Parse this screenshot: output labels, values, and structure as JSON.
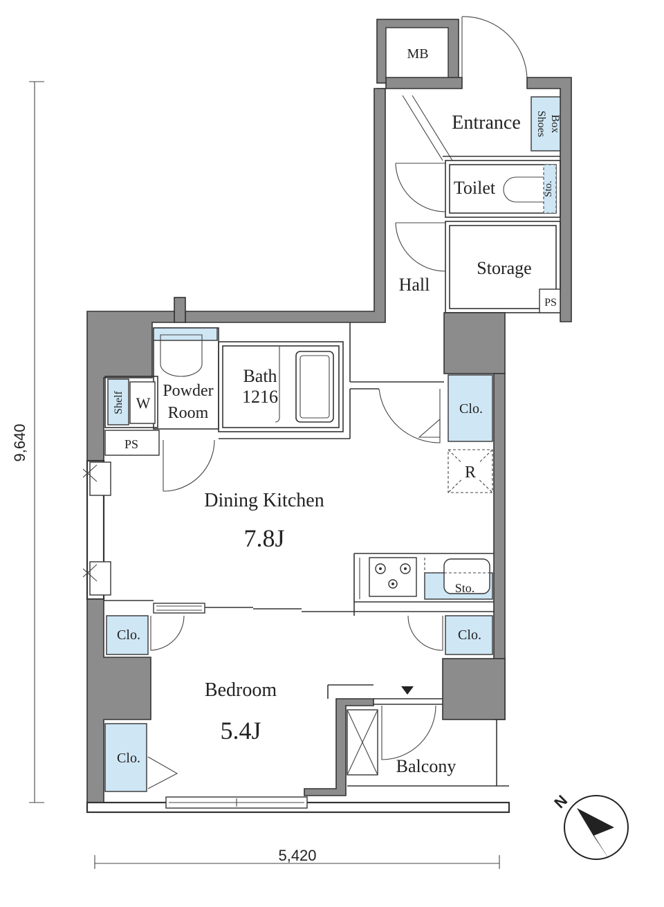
{
  "dimensions": {
    "height": "9,640",
    "width": "5,420"
  },
  "rooms": {
    "mb": "MB",
    "entrance": "Entrance",
    "shoes_box_1": "Shoes",
    "shoes_box_2": "Box",
    "toilet": "Toilet",
    "toilet_storage": "Sto.",
    "storage": "Storage",
    "hall": "Hall",
    "ps_storage": "PS",
    "bath": "Bath",
    "bath_size": "1216",
    "powder_room_1": "Powder",
    "powder_room_2": "Room",
    "washer": "W",
    "shelf": "Shelf",
    "ps_powder": "PS",
    "closet_hall": "Clo.",
    "fridge": "R",
    "dining_kitchen": "Dining Kitchen",
    "dining_kitchen_size": "7.8J",
    "kitchen_storage": "Sto.",
    "closet_bed_left": "Clo.",
    "closet_bed_right": "Clo.",
    "closet_bed_bottom": "Clo.",
    "bedroom": "Bedroom",
    "bedroom_size": "5.4J",
    "balcony": "Balcony"
  },
  "compass": {
    "label": "N"
  },
  "colors": {
    "closet_fill": "#cfe6f4",
    "pillar_fill": "#8c8c8c",
    "wall_stroke": "#333333"
  }
}
